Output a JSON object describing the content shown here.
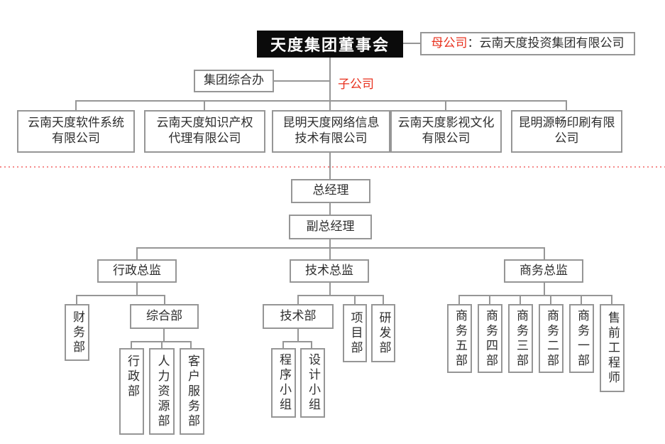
{
  "board": {
    "label": "天度集团董事会"
  },
  "parent_company": {
    "label": "母公司",
    "colon": "：",
    "name": "云南天度投资集团有限公司"
  },
  "group_office": {
    "label": "集团综合办"
  },
  "subsidiary_label": "子公司",
  "subsidiaries": [
    {
      "name": "云南天度软件系统\n有限公司"
    },
    {
      "name": "云南天度知识产权\n代理有限公司"
    },
    {
      "name": "昆明天度网络信息\n技术有限公司"
    },
    {
      "name": "云南天度影视文化\n有限公司"
    },
    {
      "name": "昆明源畅印刷有限\n公司"
    }
  ],
  "management": {
    "general_manager": "总经理",
    "deputy_general_manager": "副总经理"
  },
  "directors": {
    "admin": "行政总监",
    "tech": "技术总监",
    "business": "商务总监"
  },
  "admin_branch": {
    "finance": "财务部",
    "general_affairs": "综合部",
    "sub_departments": [
      "行政部",
      "人力资源部",
      "客户服务部"
    ]
  },
  "tech_branch": {
    "tech_dept": "技术部",
    "project_dept": "项目部",
    "rnd_dept": "研发部",
    "teams": [
      "程序小组",
      "设计小组"
    ]
  },
  "business_branch": {
    "departments": [
      "商务五部",
      "商务四部",
      "商务三部",
      "商务二部",
      "商务一部",
      "售前工程师"
    ]
  },
  "colors": {
    "accent_red": "#e8301d",
    "divider_pink": "#f58b8b",
    "line_gray": "#969696",
    "board_bg": "#0b0b0b"
  }
}
